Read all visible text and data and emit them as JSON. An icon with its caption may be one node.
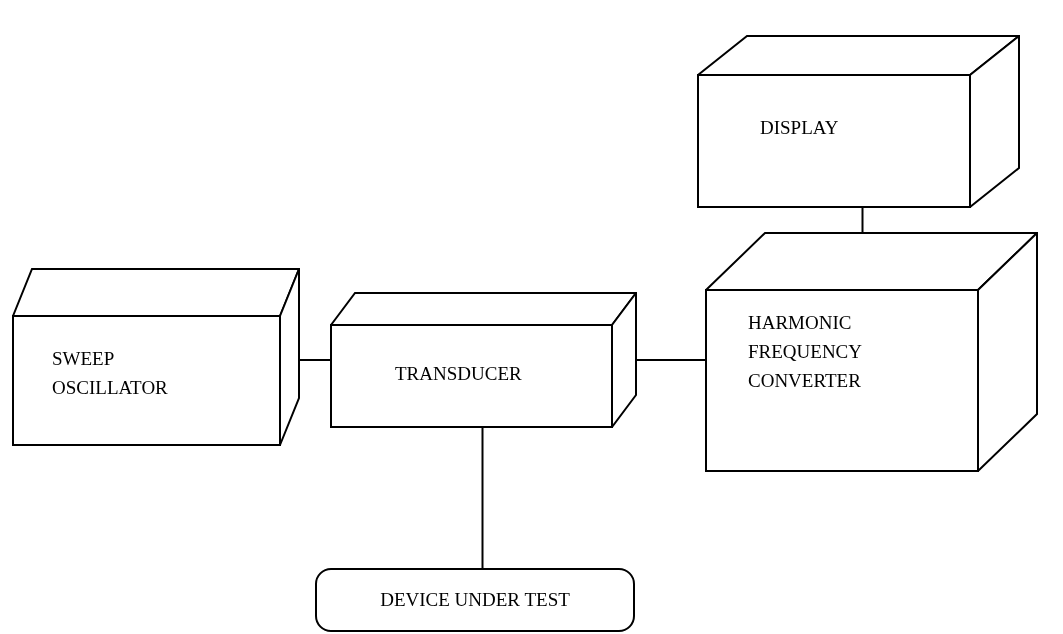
{
  "diagram": {
    "nodes": [
      {
        "text": [
          "DISPLAY"
        ]
      },
      {
        "text": [
          "SWEEP OSCILLATOR"
        ]
      },
      {
        "text": [
          "TRANSDUCER"
        ]
      },
      {
        "text": [
          "HARMONIC FREQUENCY CONVERTER"
        ]
      },
      {
        "text": [
          "DEVICE UNDER TEST"
        ]
      }
    ],
    "edges": [
      {
        "from": 1,
        "to": 2,
        "arrow": "none"
      },
      {
        "from": 2,
        "to": 3,
        "arrow": "none"
      },
      {
        "from": 3,
        "to": 0,
        "arrow": "none"
      },
      {
        "from": 2,
        "to": 4,
        "arrow": "none"
      }
    ]
  }
}
